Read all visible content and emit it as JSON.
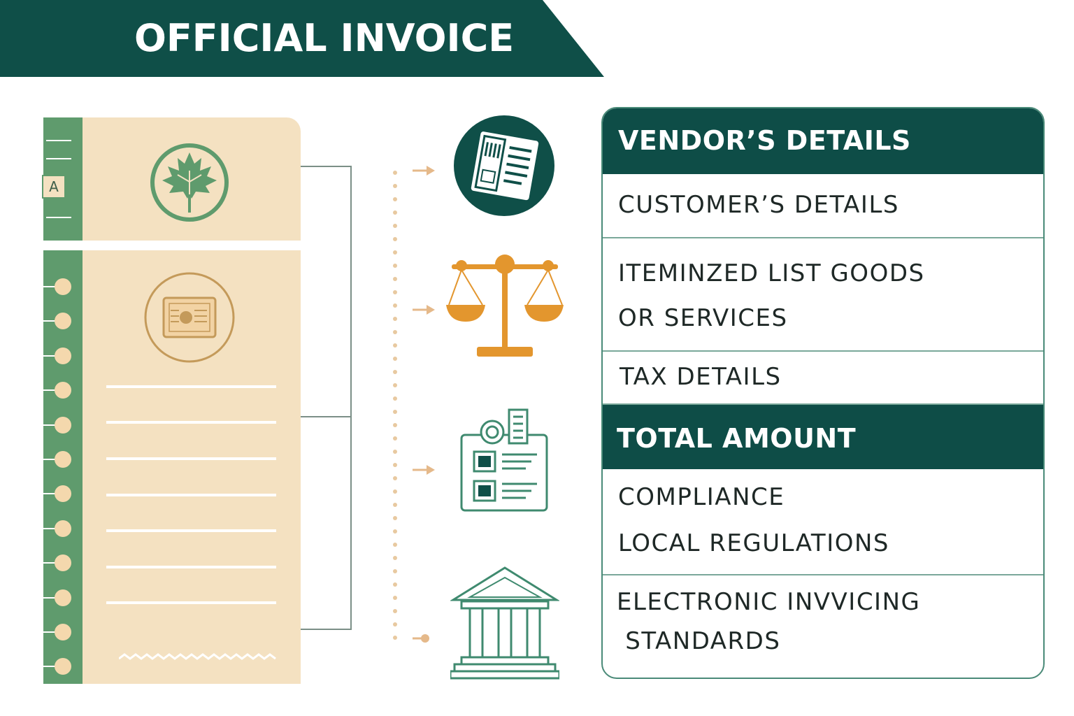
{
  "banner": {
    "title": "OFFICIAL INVOICE",
    "color": "#0f4f48"
  },
  "document": {
    "tab_letter": "A",
    "paper_color": "#f4e1c1",
    "stripe_color": "#5f9b6d"
  },
  "icons": {
    "leaf_seal": "maple-leaf-icon",
    "stamp_seal": "stamp-icon",
    "invoice": "invoice-document-icon",
    "scales": "balance-scale-icon",
    "report": "report-card-icon",
    "building": "government-building-icon",
    "accent_orange": "#e3962e",
    "accent_teal": "#0f4f48",
    "accent_green": "#3f8a6f"
  },
  "details": {
    "vendor": "VENDOR’S DETAILS",
    "customer": "CUSTOMER’S DETAILS",
    "itemized_line1": "ITEMINZED LIST GOODS",
    "itemized_line2": "OR SERVICES",
    "tax": "TAX  DETAILS",
    "total": "TOTAL AMOUNT",
    "compliance_line1": "COMPLIANCE",
    "compliance_line2": "LOCAL REGULATIONS",
    "electronic_line1": "ELECTRONIC INVVICING",
    "electronic_line2": " STANDARDS"
  }
}
